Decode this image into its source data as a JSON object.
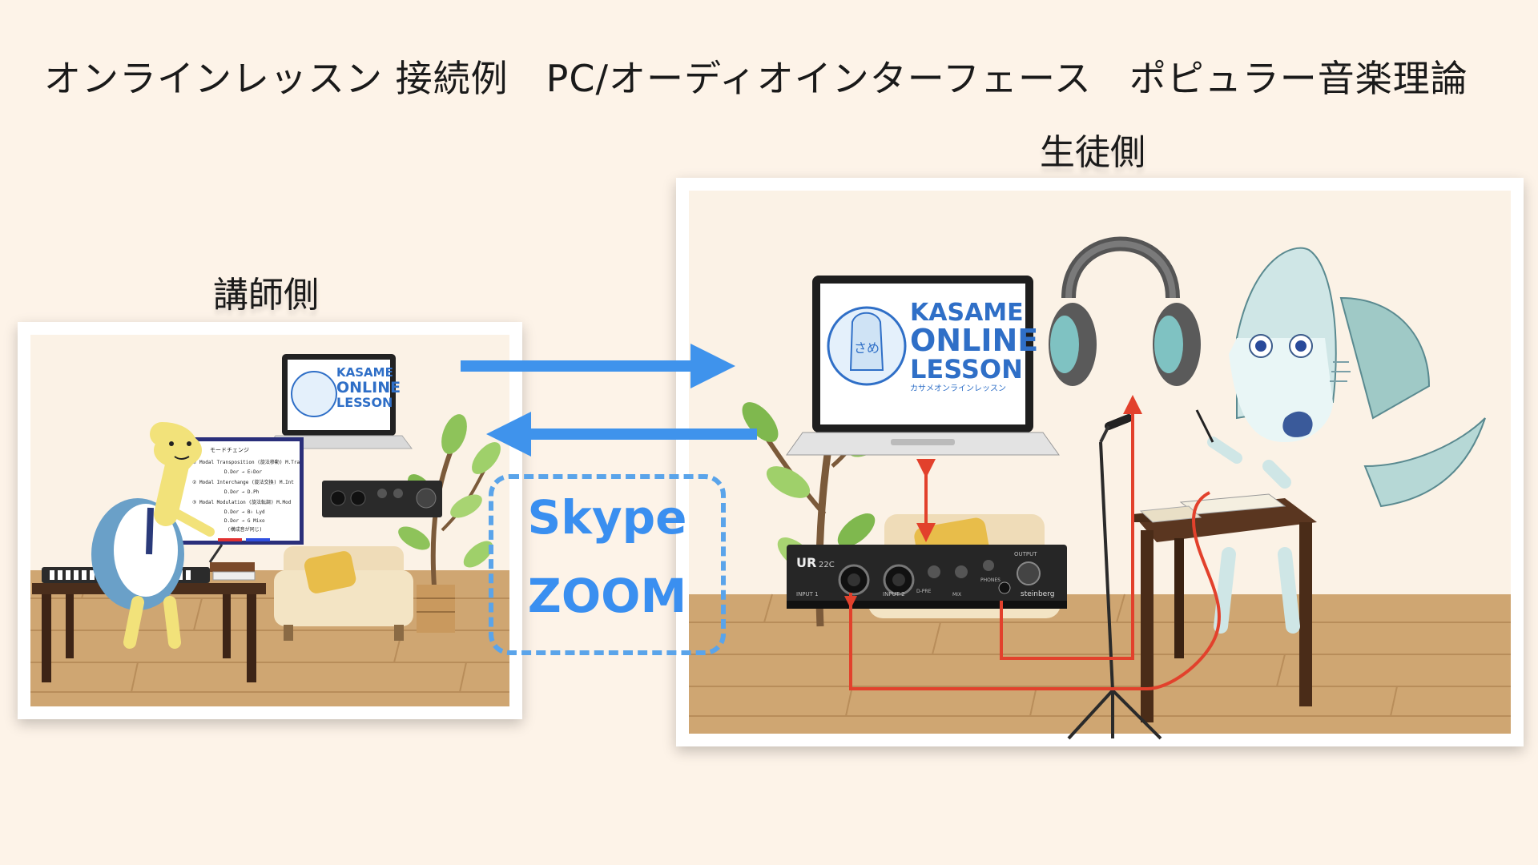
{
  "title": "オンラインレッスン 接続例　PC/オーディオインターフェース　ポピュラー音楽理論",
  "labels": {
    "teacher_side": "講師側",
    "student_side": "生徒側"
  },
  "services": {
    "skype": "Skype",
    "zoom": "ZOOM"
  },
  "logo": {
    "line1": "KASAME",
    "line2": "ONLINE",
    "line3": "LESSON",
    "kana": "カサメオンラインレッスン",
    "badge": "さめ"
  },
  "whiteboard": {
    "heading": "モードチェンジ",
    "lines": [
      "① Modal Transposition (旋法移動) M.Tra",
      "D.Dor → E♭Dor",
      "② Modal Interchange (旋法交換) M.Int",
      "D.Dor → D.Ph",
      "③ Modal Modulation (旋法転調) M.Mod",
      "D.Dor → B♭ Lyd",
      "D.Dor → G Mixo",
      "(構成音が同じ)"
    ]
  },
  "interface": {
    "model": "UR",
    "model_suffix": "22C",
    "brand": "steinberg",
    "labels": [
      "INPUT 1",
      "INPUT 2",
      "OUTPUT",
      "PHONES",
      "MIX",
      "D-PRE"
    ]
  },
  "colors": {
    "arrow_blue": "#3f93ec",
    "cable_red": "#e2412c",
    "service_blue": "#3a8ff0",
    "background": "#fdf3e8"
  }
}
